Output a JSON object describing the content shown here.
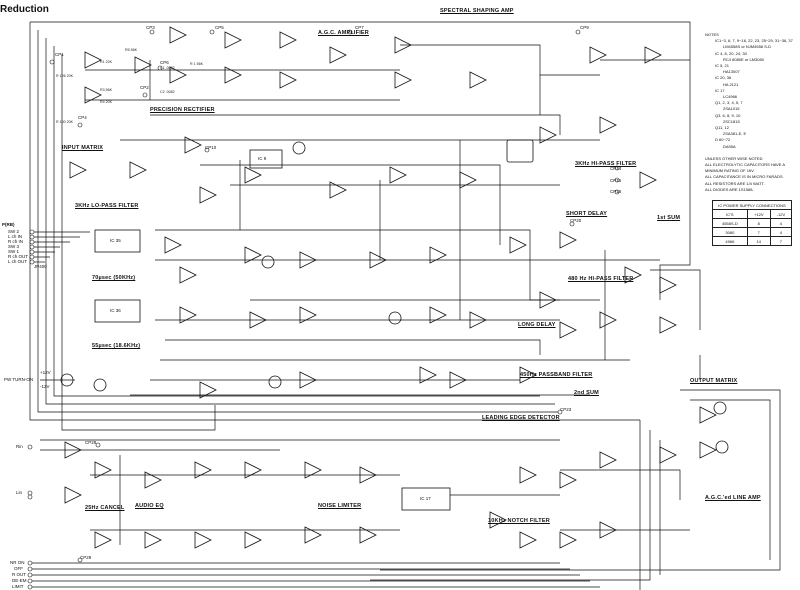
{
  "title": "Reduction",
  "sections": {
    "spectral_shaping_amp": "SPECTRAL SHAPING AMP",
    "agc_amplifier": "A.G.C. AMPLIFIER",
    "precision_rectifier": "PRECISION RECTIFIER",
    "input_matrix": "INPUT MATRIX",
    "lo_pass_3khz": "3KHz LO-PASS FILTER",
    "hi_pass_3khz": "3KHz HI-PASS FILTER",
    "short_delay": "SHORT DELAY",
    "first_sum": "1st SUM",
    "delay_70us": "70µsec (50KHz)",
    "delay_55us": "55µsec (18.6KHz)",
    "hi_pass_480": "480 Hz HI-PASS FILTER",
    "long_delay": "LONG DELAY",
    "passband_450": "450Hz PASSBAND FILTER",
    "second_sum": "2nd SUM",
    "output_matrix": "OUTPUT MATRIX",
    "leading_edge": "LEADING EDGE DETECTOR",
    "cancel_25hz": "25Hz CANCEL",
    "audio_eq": "AUDIO EQ",
    "noise_limiter": "NOISE LIMITER",
    "notch_10khz": "10KHz NOTCH FILTER",
    "agc_line_amp": "A.G.C.'ed LINE AMP"
  },
  "ics": {
    "ic35": "IC 35",
    "ic36": "IC 36",
    "ic9": "IC 9",
    "ic17": "IC 17"
  },
  "connectors": {
    "header": "P(RB)",
    "left": [
      "SW 2",
      "L ch IN",
      "R ch IN",
      "SW 3",
      "SW 1",
      "R ch OUT",
      "L ch OUT"
    ],
    "jp": "JP400",
    "power": [
      "+12V",
      "-12V",
      "PW TURN-ON"
    ],
    "rin": "Rin",
    "lin": "Lin",
    "bottom": [
      "NR ON",
      "OFF",
      "R OUT",
      "DE-EM",
      "LIMIT"
    ],
    "test_points": [
      "CP1",
      "CP2",
      "CP3",
      "CP4",
      "CP5",
      "CP6",
      "CP7",
      "CP9",
      "CP10",
      "CP14",
      "CP15",
      "CP16",
      "CP20",
      "CP23",
      "CP28",
      "CP29"
    ]
  },
  "components": {
    "r_input": [
      "R1 22K",
      "R3 56K",
      "R5 56K",
      "R4 20K"
    ],
    "caps": [
      "C1 .0082",
      "C2 .0082"
    ],
    "misc": [
      "R 126 20K",
      "R 100 20K",
      "R 1 56K"
    ]
  },
  "notes": {
    "heading": "NOTES",
    "lines": [
      "IC1~3, 6, 7, 9~16, 22, 23, 25~29, 31~36, 37",
      "LM4558S or NJM4558 S-D",
      "IC 4, 8, 20, 24, 30",
      "RC4 8080E or LM3080",
      "IC 5, 21",
      "HA13007",
      "IC 20, 36",
      "HA 2121",
      "IC 17",
      "LC4966",
      "Q1, 2, 3, 4, 5, 7",
      "2SA1015",
      "Q3, 6, 8, 9, 10",
      "2SC1815",
      "Q11, 12",
      "2SA381-E, E",
      "D 60~72",
      "DA95A"
    ],
    "unless_heading": "UNLESS OTHER WISE NOTED",
    "unless": [
      "ALL ELECTROLYTIC CAPACITORS HAVE A MINIMUM RATING OF 16V.",
      "ALL CAPACITANCE IS IN MICRO FARADS.",
      "ALL RESISTORS ARE 1/4 WATT.",
      "ALL DIODES ARE 1S1588."
    ]
  },
  "power_table": {
    "title": "IC POWER SUPPLY CONNECTIONS",
    "headers": [
      "IC'S",
      "+12V",
      "-12V"
    ],
    "rows": [
      [
        "4558S-D",
        "8",
        "4"
      ],
      [
        "3080",
        "7",
        "4"
      ],
      [
        "4966",
        "14",
        "7"
      ]
    ]
  }
}
